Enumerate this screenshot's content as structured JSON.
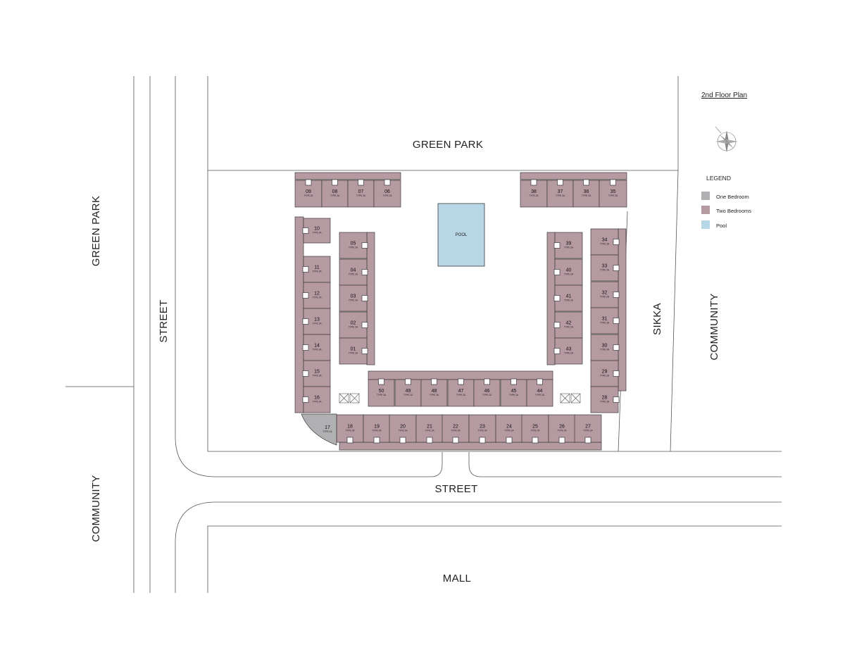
{
  "plan_title": "2nd Floor Plan",
  "areas": {
    "green_park_top": "GREEN PARK",
    "green_park_left": "GREEN PARK",
    "street_left": "STREET",
    "street_bottom": "STREET",
    "community_left": "COMMUNITY",
    "community_right": "COMMUNITY",
    "sikka": "SIKKA",
    "mall": "MALL",
    "pool": "POOL"
  },
  "compass": "compass-rose-icon",
  "legend": {
    "title": "LEGEND",
    "items": [
      {
        "label": "One Bedroom",
        "color": "#b0b0b2"
      },
      {
        "label": "Two Bedrooms",
        "color": "#b69aa2"
      },
      {
        "label": "Pool",
        "color": "#b7d6e6"
      }
    ]
  },
  "unit_type_label": "TYPE 2A",
  "units": {
    "top_left": [
      "09",
      "08",
      "07",
      "06"
    ],
    "top_right": [
      "38",
      "37",
      "36",
      "35"
    ],
    "left_outer": [
      "10",
      "11",
      "12",
      "13",
      "14",
      "15",
      "16"
    ],
    "left_inner": [
      "05",
      "04",
      "03",
      "02",
      "01"
    ],
    "right_inner": [
      "39",
      "40",
      "41",
      "42",
      "43"
    ],
    "right_outer": [
      "34",
      "33",
      "32",
      "31",
      "30",
      "29",
      "28"
    ],
    "inner_bottom": [
      "50",
      "49",
      "48",
      "47",
      "46",
      "45",
      "44"
    ],
    "bottom": [
      "18",
      "19",
      "20",
      "21",
      "22",
      "23",
      "24",
      "25",
      "26",
      "27"
    ],
    "one_bedroom": "17"
  }
}
